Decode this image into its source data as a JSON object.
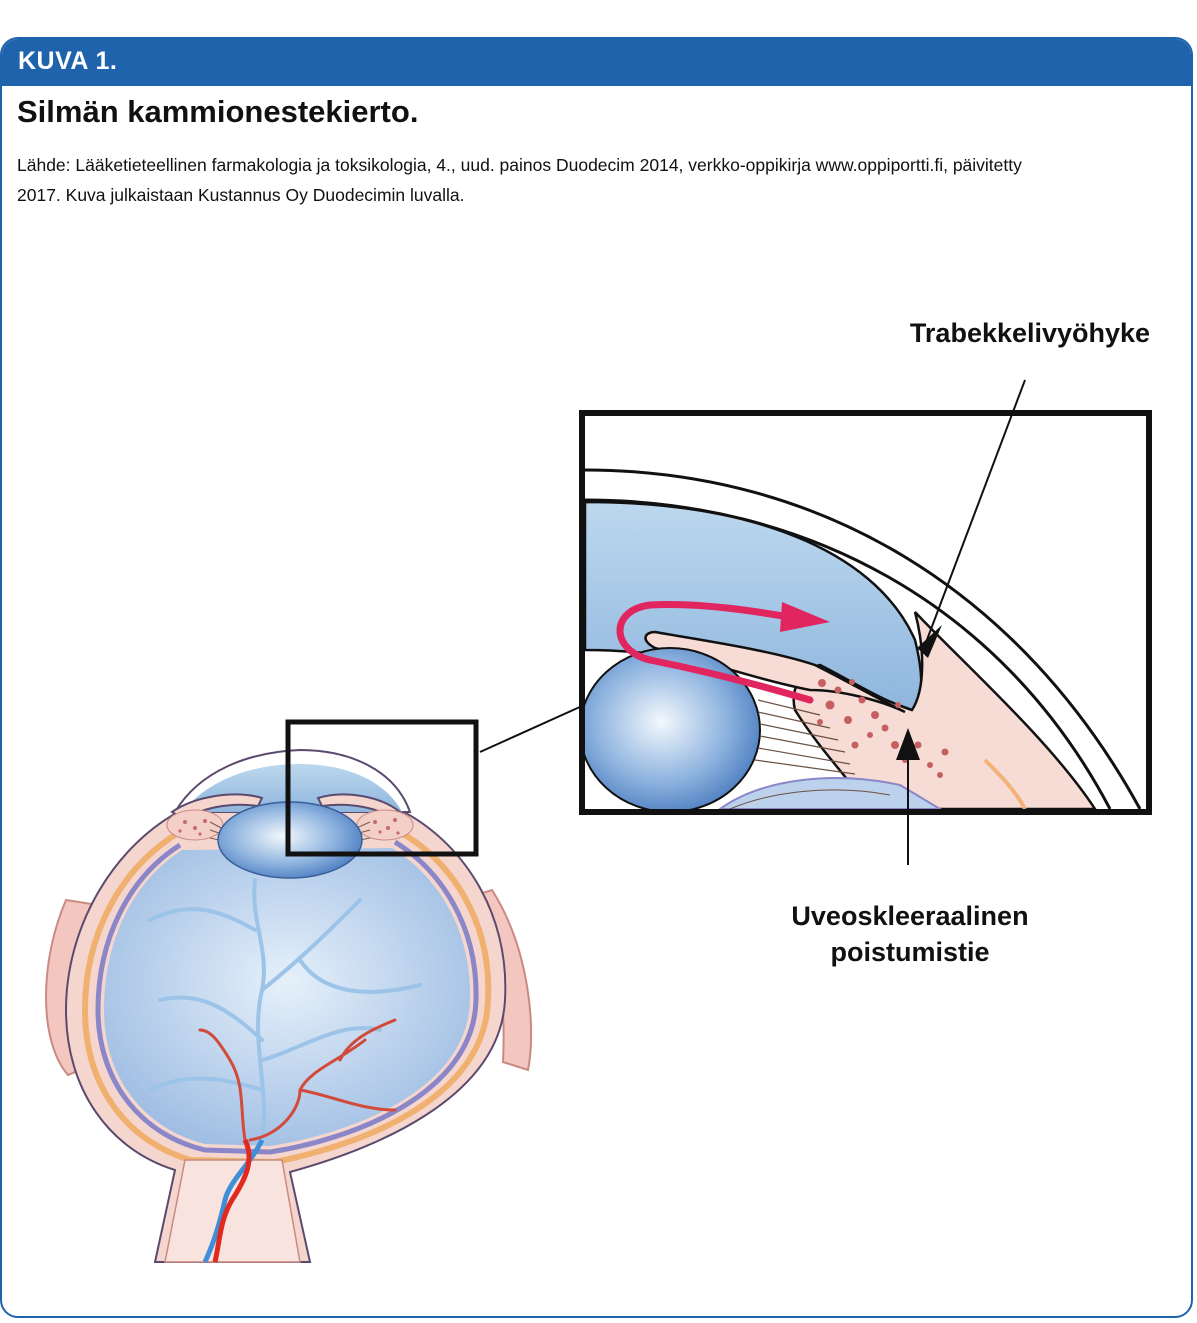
{
  "header": {
    "label": "KUVA 1."
  },
  "title": "Silmän kammionestekierto.",
  "source_line1": "Lähde: Lääketieteellinen farmakologia ja toksikologia, 4., uud. painos Duodecim 2014, verkko-oppikirja www.oppiportti.fi, päivitetty",
  "source_line2": "2017. Kuva julkaistaan Kustannus Oy Duodecimin luvalla.",
  "labels": {
    "trabecular": "Trabekkelivyöhyke",
    "uveoscleral_line1": "Uveoskleeraalinen",
    "uveoscleral_line2": "poistumistie"
  },
  "colors": {
    "header": "#1f63ad",
    "flow_arrow": "#e0255f",
    "tissue": "#f5d9d2",
    "chamber": "#bcd8ee"
  }
}
